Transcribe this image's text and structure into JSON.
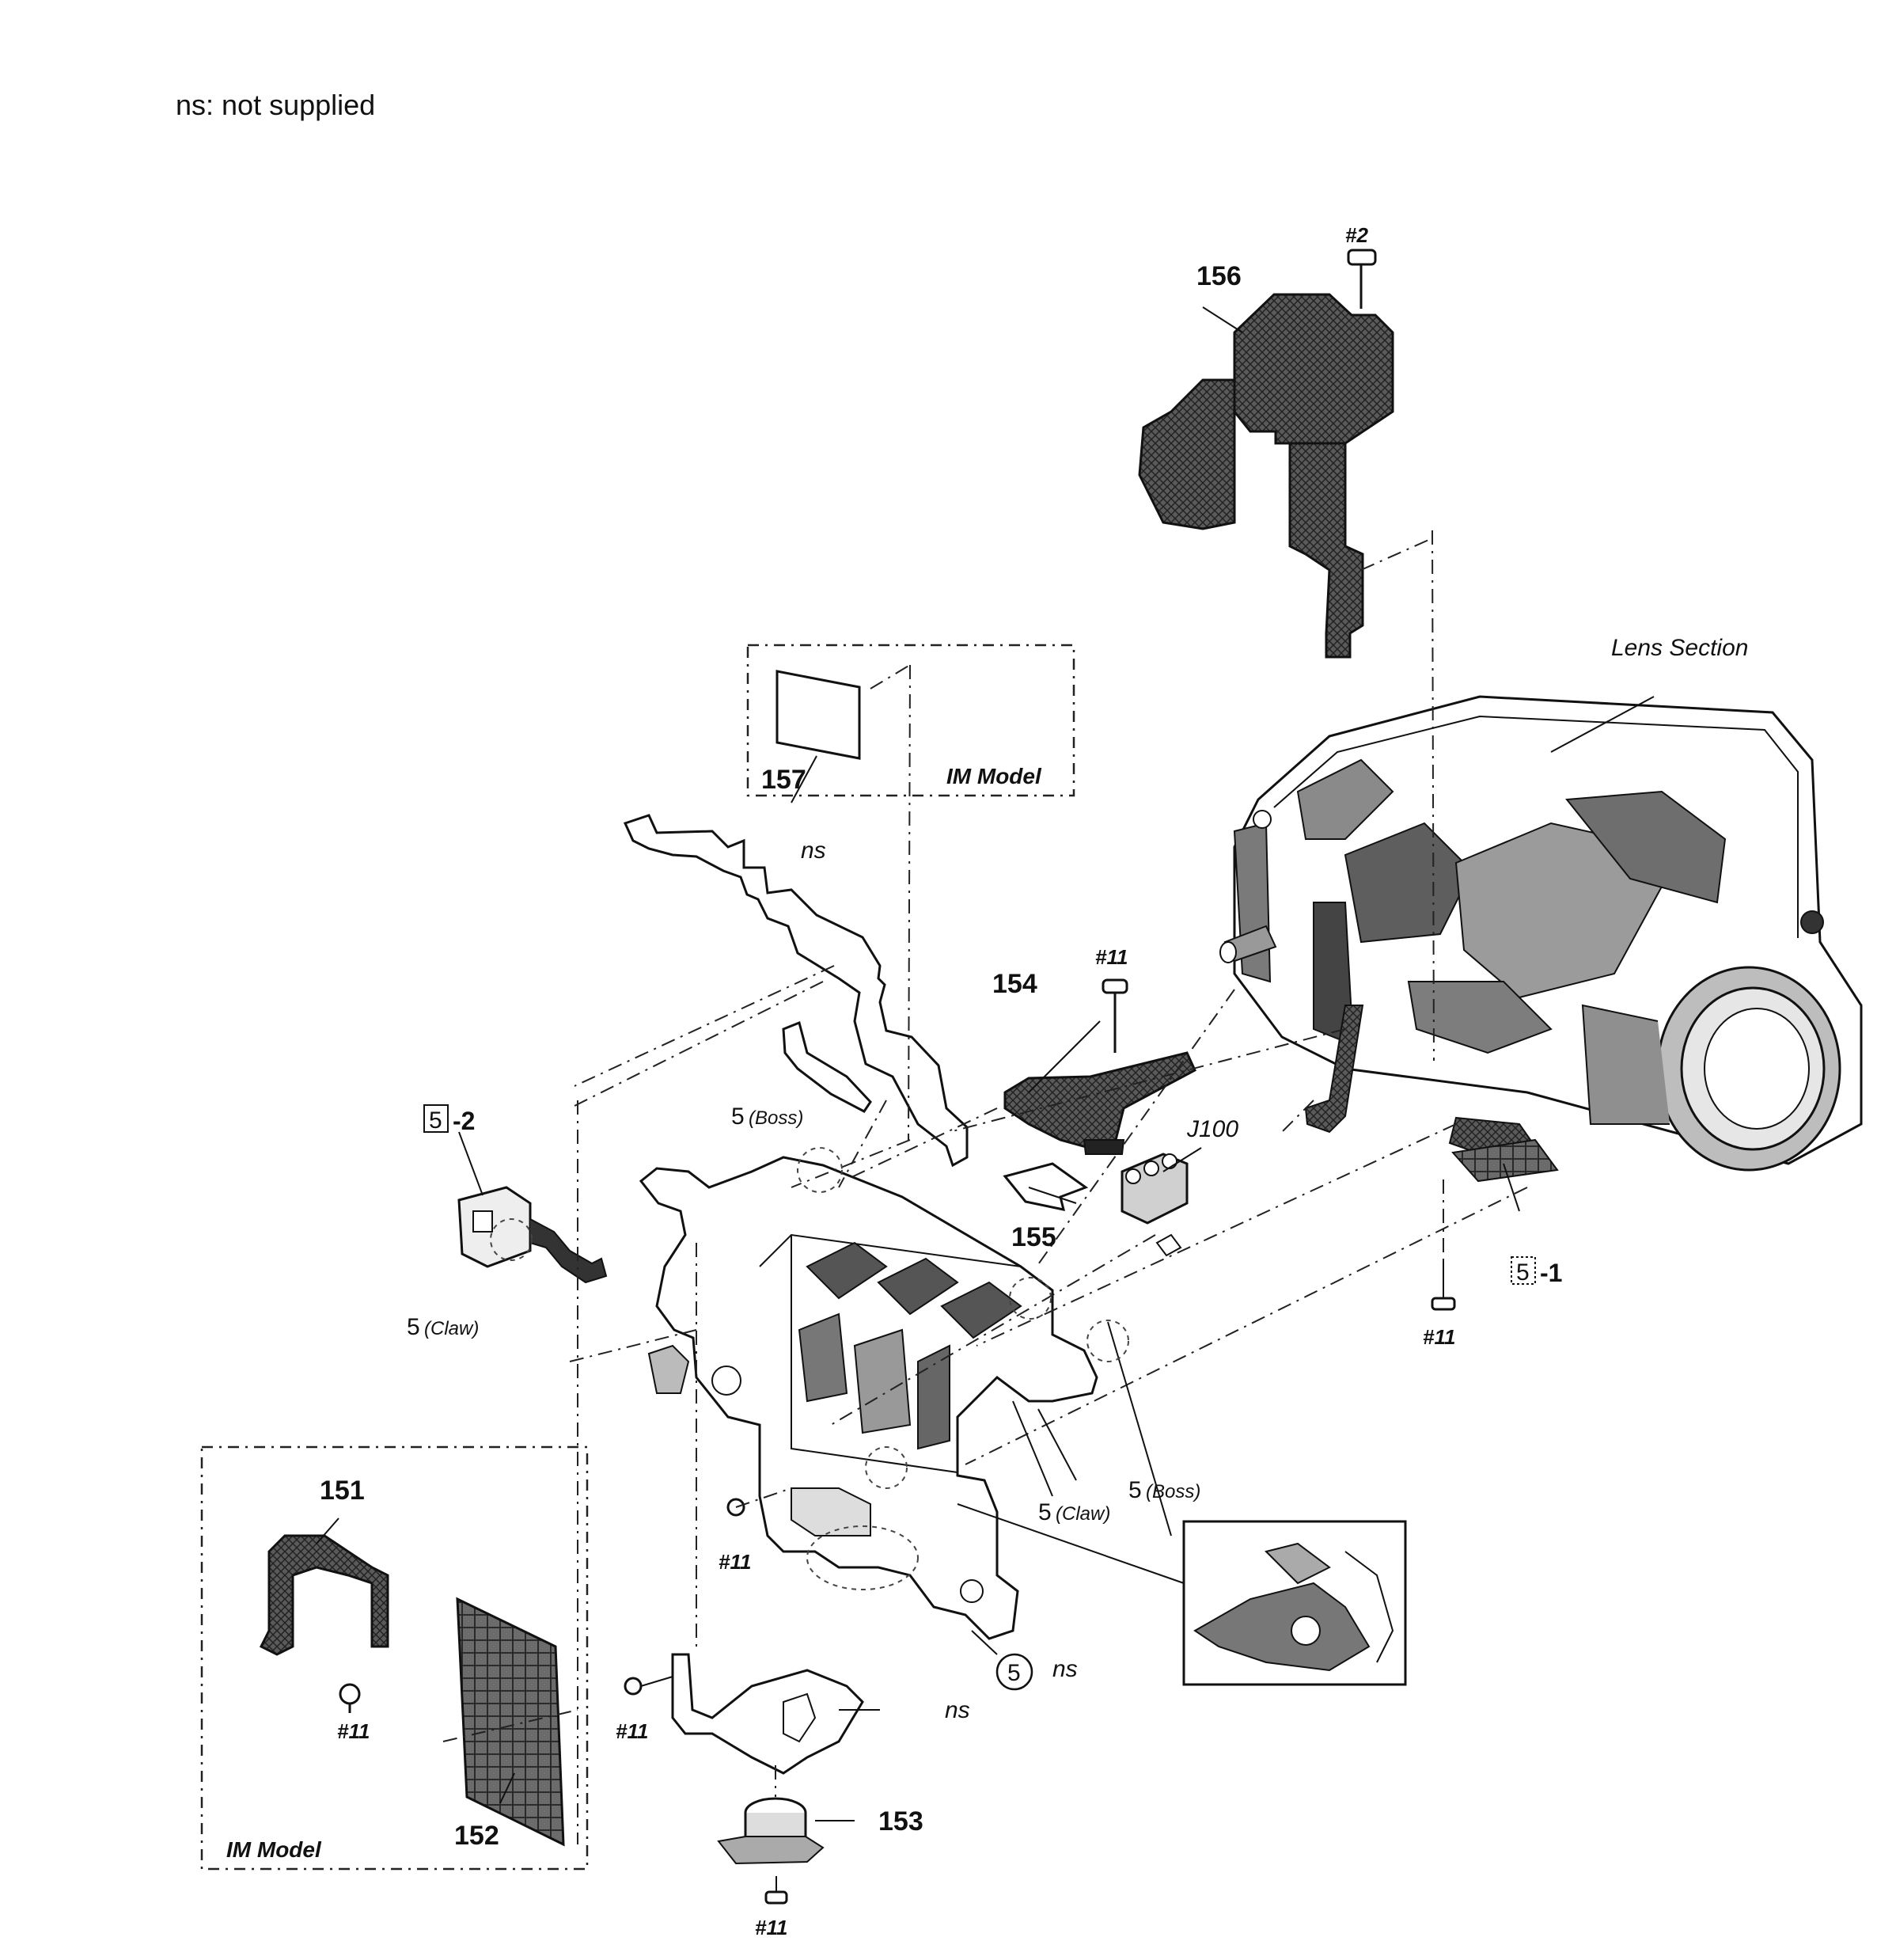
{
  "note": "ns: not supplied",
  "labels": {
    "p151": "151",
    "p152": "152",
    "p153": "153",
    "p154": "154",
    "p155": "155",
    "p156": "156",
    "p157": "157",
    "im_model_top": "IM Model",
    "im_model_bottom": "IM Model",
    "lens_section": "Lens Section",
    "j100": "J100",
    "s2": "#2",
    "s11_a": "#11",
    "s11_b": "#11",
    "s11_c": "#11",
    "s11_d": "#11",
    "s11_e": "#11",
    "s11_f": "#11",
    "ns_bracket": "ns",
    "ns_frame": "ns",
    "ns_plate": "ns",
    "step5_2_box": "5",
    "step5_2_suffix": "-2",
    "step5_1_box": "5",
    "step5_1_suffix": "-1",
    "step5_circle": "5",
    "boss_top_num": "5",
    "boss_top_word": "(Boss)",
    "claw_left_num": "5",
    "claw_left_word": "(Claw)",
    "claw_bottom_num": "5",
    "claw_bottom_word": "(Claw)",
    "boss_right_num": "5",
    "boss_right_word": "(Boss)"
  }
}
